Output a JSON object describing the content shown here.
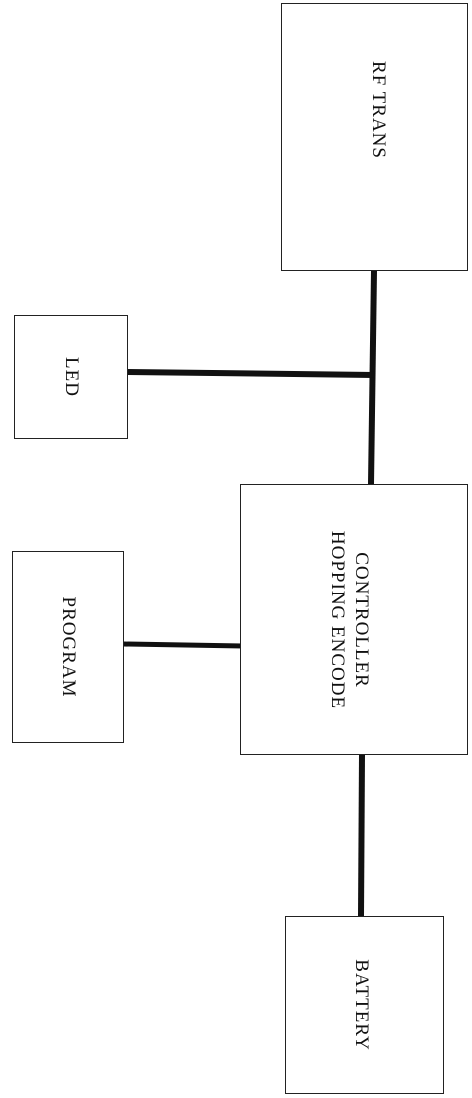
{
  "diagram": {
    "blocks": {
      "rf_trans": "RF TRANS",
      "led": "LED",
      "controller_line1": "CONTROLLER",
      "controller_line2": "HOPPING ENCODE",
      "program": "PROGRAM",
      "battery": "BATTERY"
    },
    "connections": [
      [
        "rf_trans",
        "controller"
      ],
      [
        "led",
        "rf_trans-controller bus"
      ],
      [
        "program",
        "controller"
      ],
      [
        "controller",
        "battery"
      ]
    ],
    "colors": {
      "line": "#111111",
      "border": "#222222",
      "background": "#ffffff"
    }
  }
}
